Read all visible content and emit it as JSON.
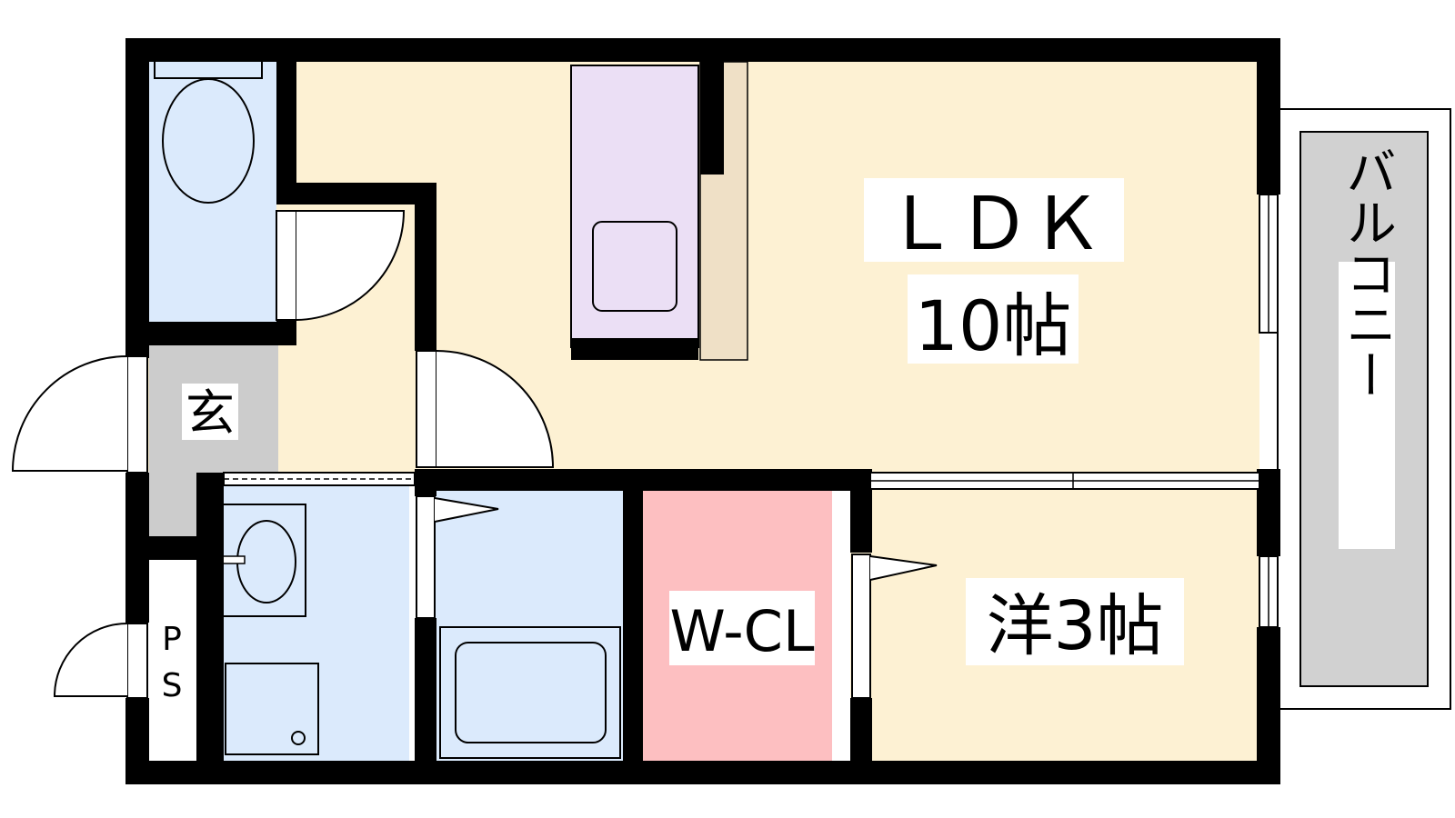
{
  "rooms": {
    "ldk": {
      "name": "ＬＤＫ",
      "size": "10帖"
    },
    "western": {
      "label": "洋3帖"
    },
    "closet": {
      "label": "W-CL"
    },
    "entrance": {
      "label": "玄"
    },
    "pipe_space": {
      "line1": "P",
      "line2": "S"
    },
    "balcony": {
      "label": "バルコニー"
    }
  },
  "colors": {
    "wall": "#000000",
    "floor": "#fdf1d3",
    "wet_area": "#dbeafc",
    "closet": "#fdbfc1",
    "entrance": "#cccccc",
    "balcony": "#d1d1d1",
    "kitchen_counter": "#ebdff5",
    "kitchen_shelf": "#efe0c6"
  }
}
